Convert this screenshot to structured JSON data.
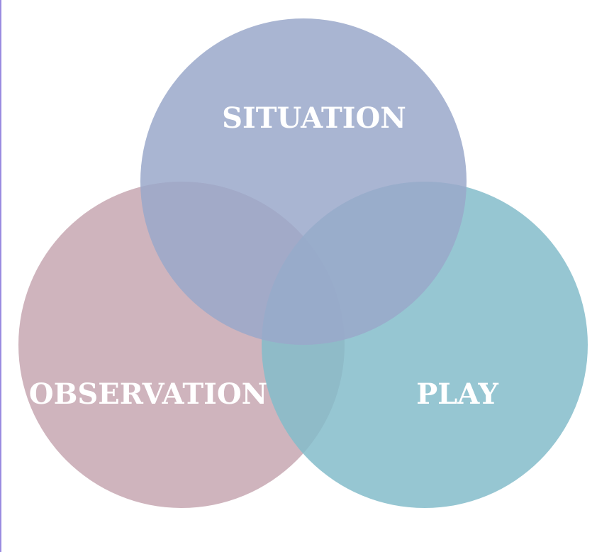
{
  "diagram": {
    "type": "venn",
    "circles": [
      {
        "label": "SITUATION",
        "color": "#9aa8ca"
      },
      {
        "label": "OBSERVATION",
        "color": "#c7a7b1"
      },
      {
        "label": "PLAY",
        "color": "#84bcca"
      }
    ]
  },
  "colors": {
    "page_background": "#ffffff",
    "left_rule": "#9b8ce0",
    "label_text": "#ffffff"
  }
}
